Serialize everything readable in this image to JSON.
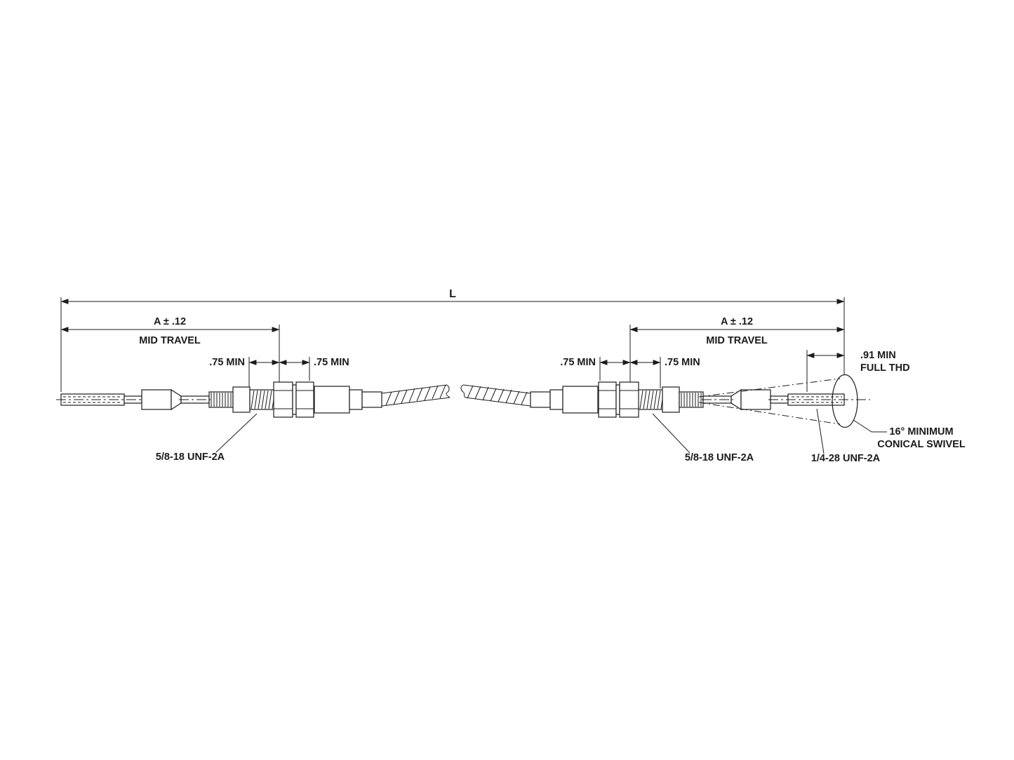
{
  "drawing": {
    "overall_length_label": "L",
    "left_mid_travel": {
      "dim": "A ± .12",
      "sub": "MID TRAVEL"
    },
    "right_mid_travel": {
      "dim": "A ± .12",
      "sub": "MID TRAVEL"
    },
    "thread_min": {
      "left_outer": ".75 MIN",
      "left_inner": ".75 MIN",
      "right_inner": ".75 MIN",
      "right_outer": ".75 MIN"
    },
    "full_thread": {
      "line1": ".91 MIN",
      "line2": "FULL THD"
    },
    "callouts": {
      "left_bulkhead_thread": "5/8-18 UNF-2A",
      "right_bulkhead_thread": "5/8-18 UNF-2A",
      "rod_end_thread": "1/4-28 UNF-2A",
      "swivel_line1": "16° MINIMUM",
      "swivel_line2": "CONICAL SWIVEL"
    },
    "colors": {
      "line": "#1b1b1b",
      "background": "#ffffff"
    }
  }
}
